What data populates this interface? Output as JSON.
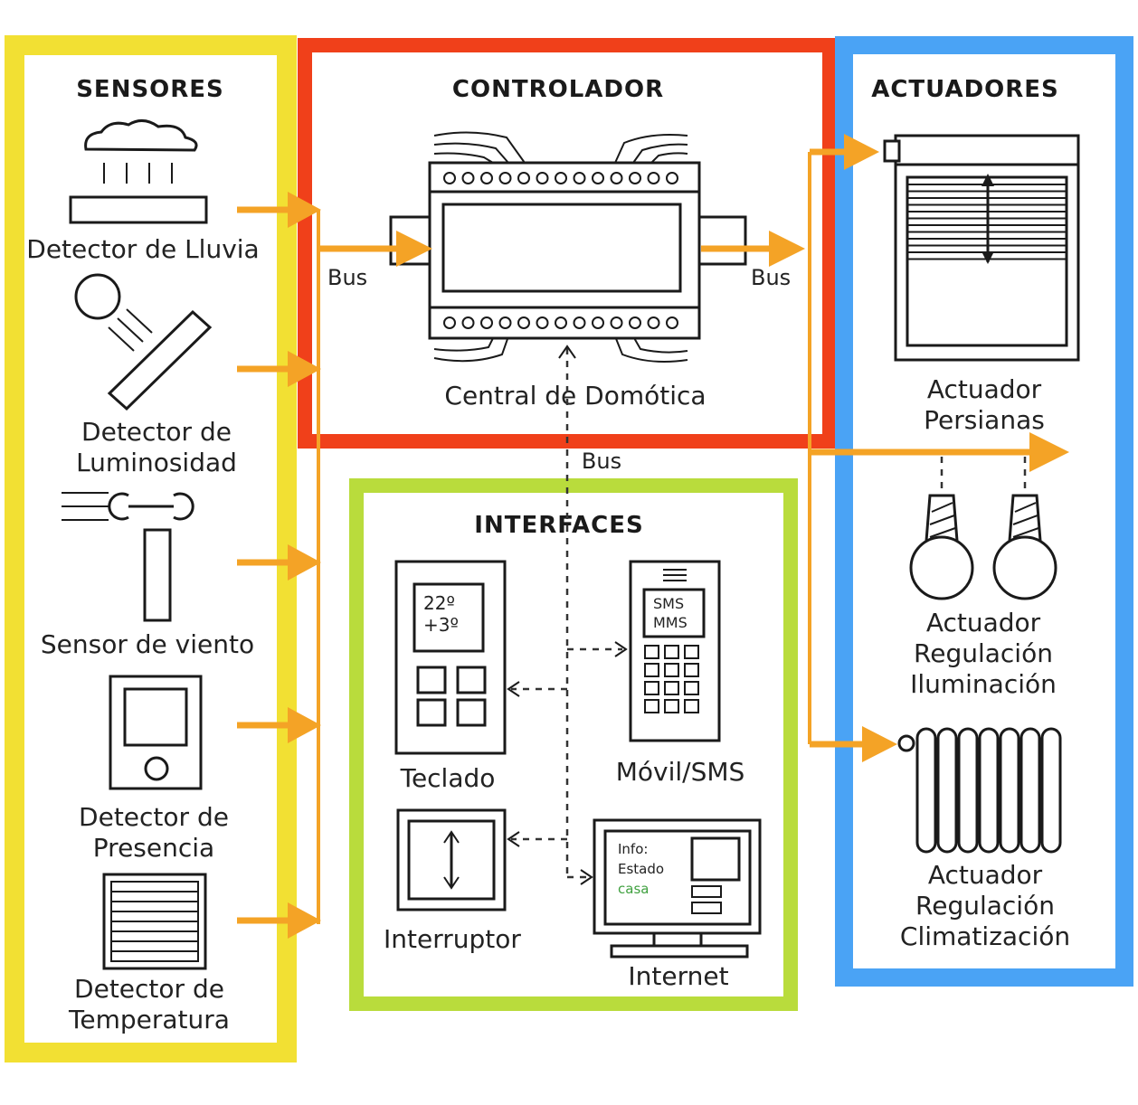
{
  "sections": {
    "sensores": "SENSORES",
    "controlador": "CONTROLADOR",
    "actuadores": "ACTUADORES",
    "interfaces": "INTERFACES"
  },
  "sensors": {
    "rain": "Detector de Lluvia",
    "light_1": "Detector de",
    "light_2": "Luminosidad",
    "wind": "Sensor de viento",
    "presence_1": "Detector de",
    "presence_2": "Presencia",
    "temp_1": "Detector de",
    "temp_2": "Temperatura"
  },
  "controller": {
    "label": "Central de Domótica",
    "bus_left": "Bus",
    "bus_right": "Bus",
    "bus_bottom": "Bus"
  },
  "interfaces": {
    "keypad": "Teclado",
    "keypad_line1": "22º",
    "keypad_line2": "+3º",
    "mobile": "Móvil/SMS",
    "mobile_line1": "SMS",
    "mobile_line2": "MMS",
    "switch": "Interruptor",
    "internet": "Internet",
    "internet_line1": "Info:",
    "internet_line2": "Estado",
    "internet_line3": "casa"
  },
  "actuators": {
    "blinds_1": "Actuador",
    "blinds_2": "Persianas",
    "light_1": "Actuador",
    "light_2": "Regulación",
    "light_3": "Iluminación",
    "climate_1": "Actuador",
    "climate_2": "Regulación",
    "climate_3": "Climatización"
  },
  "colors": {
    "sensores_frame": "#f2e033",
    "controlador_frame": "#f0401a",
    "actuadores_frame": "#4aa3f5",
    "interfaces_frame": "#b9dc3c",
    "arrows": "#f4a326"
  }
}
